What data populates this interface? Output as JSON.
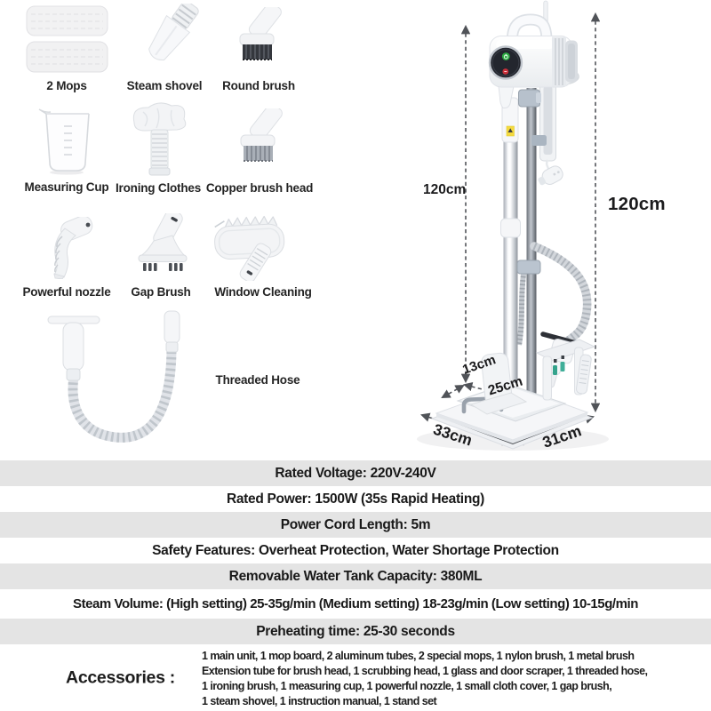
{
  "accessory_grid": {
    "items": [
      {
        "id": "mops",
        "label": "2 Mops"
      },
      {
        "id": "steam-shovel",
        "label": "Steam shovel"
      },
      {
        "id": "round-brush",
        "label": "Round brush"
      },
      {
        "id": "measuring-cup",
        "label": "Measuring Cup"
      },
      {
        "id": "ironing-clothes",
        "label": "Ironing Clothes"
      },
      {
        "id": "copper-brush-head",
        "label": "Copper brush head"
      },
      {
        "id": "powerful-nozzle",
        "label": "Powerful nozzle"
      },
      {
        "id": "gap-brush",
        "label": "Gap Brush"
      },
      {
        "id": "window-cleaning",
        "label": "Window Cleaning"
      },
      {
        "id": "threaded-hose",
        "label": "Threaded Hose"
      }
    ]
  },
  "product_diagram": {
    "dimension_labels": {
      "height_left": "120cm",
      "height_right": "120cm",
      "board_depth": "13cm",
      "board_width": "25cm",
      "base_width": "33cm",
      "base_depth": "31cm"
    }
  },
  "spec_table": {
    "rows": [
      "Rated Voltage: 220V-240V",
      "Rated Power: 1500W (35s Rapid Heating)",
      "Power Cord Length: 5m",
      "Safety Features: Overheat Protection, Water Shortage Protection",
      "Removable Water Tank Capacity: 380ML",
      "Steam Volume: (High setting) 25-35g/min (Medium setting) 18-23g/min (Low setting) 10-15g/min",
      "Preheating time: 25-30 seconds"
    ],
    "accessories": {
      "label": "Accessories :",
      "lines": [
        "1 main unit, 1 mop board, 2 aluminum tubes, 2 special mops, 1 nylon brush, 1 metal brush",
        "Extension tube for brush head, 1 scrubbing head, 1 glass and door scraper, 1 threaded hose,",
        "1 ironing brush, 1 measuring cup, 1 powerful nozzle, 1 small cloth cover, 1 gap brush,",
        "1 steam shovel, 1 instruction manual, 1 stand set"
      ]
    }
  },
  "colors": {
    "shaded_row": "#e4e4e4",
    "text": "#1c1c1c",
    "power_button_green": "#2cab41",
    "steam_button_red": "#c8303a",
    "warning_sticker_yellow": "#f5d93f",
    "accent_teal": "#34a38c"
  }
}
